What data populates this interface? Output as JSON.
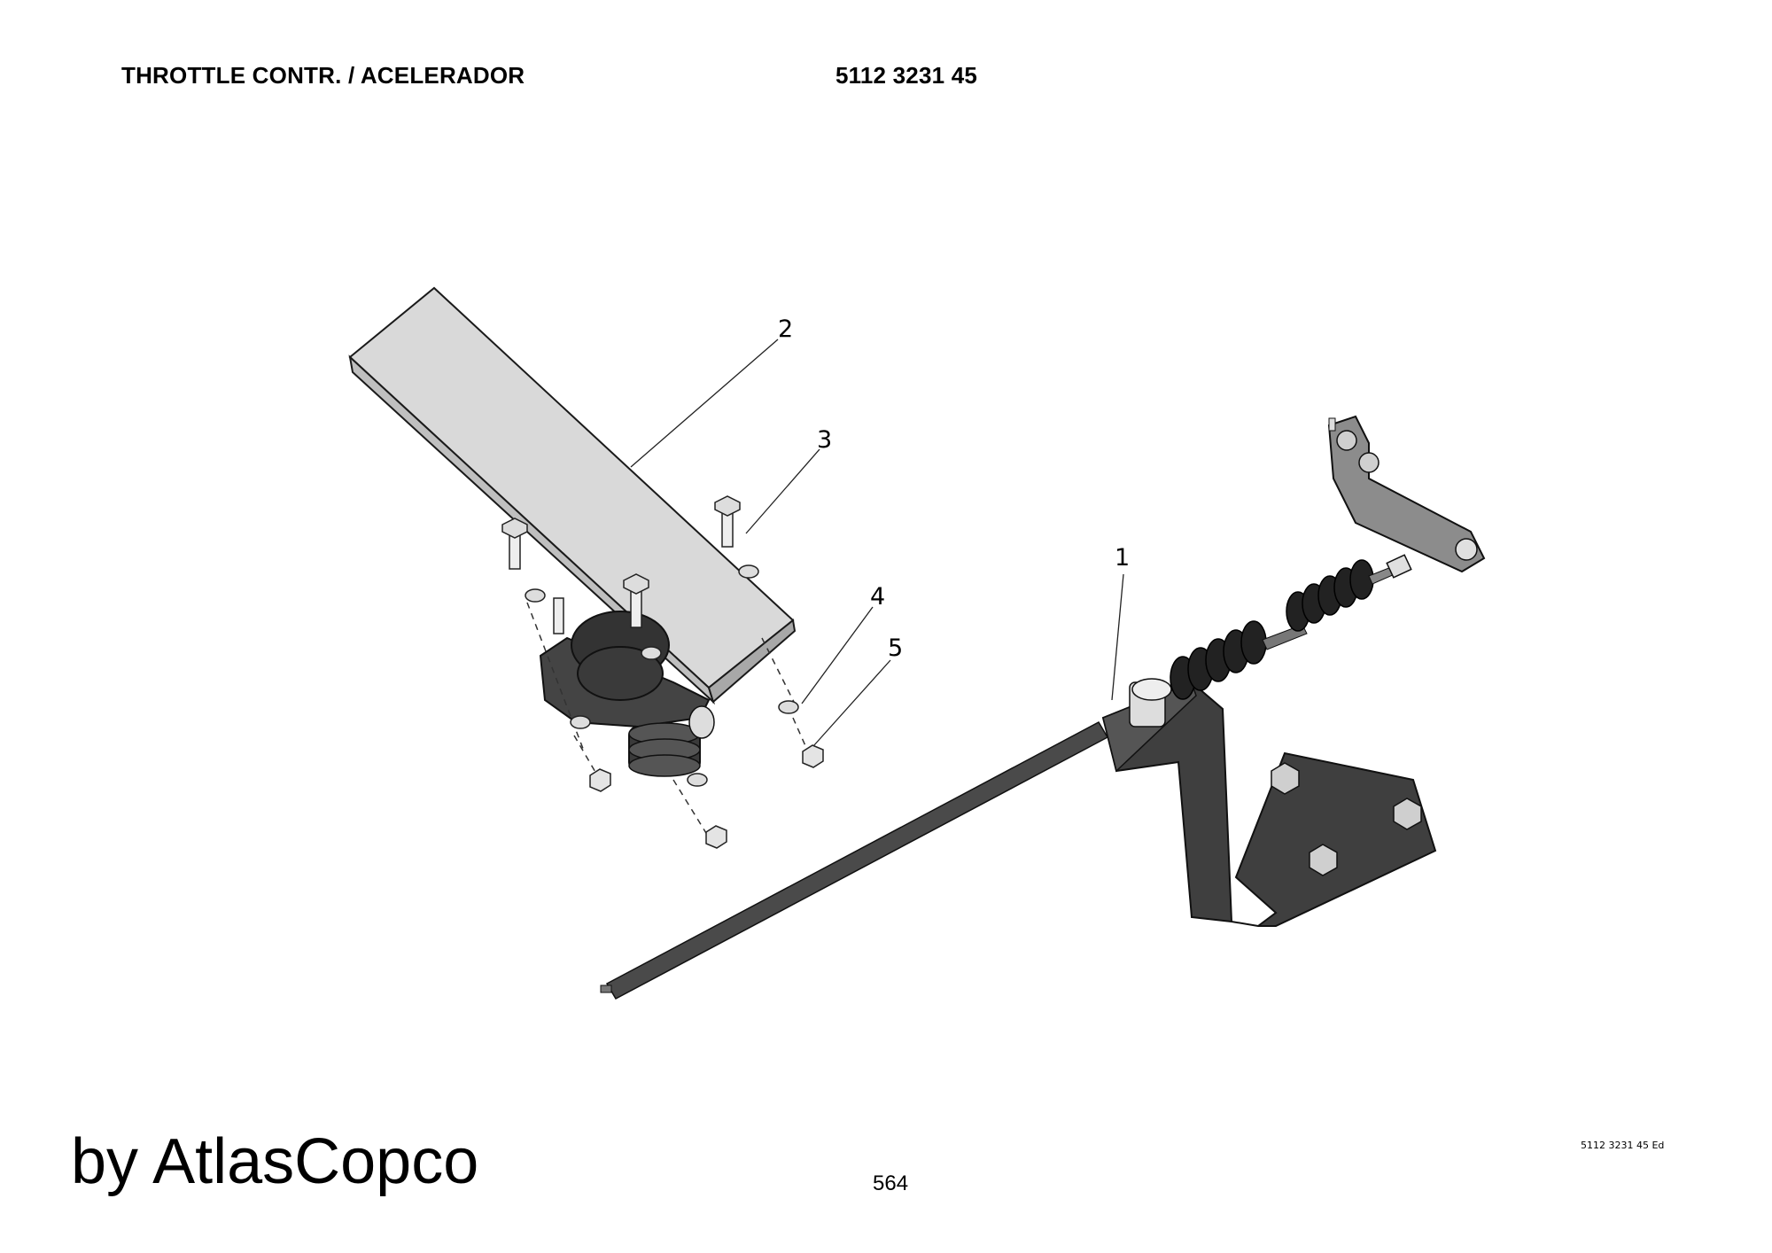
{
  "header": {
    "title": "THROTTLE CONTR. / ACELERADOR",
    "code": "5112 3231 45"
  },
  "callouts": {
    "c1": "1",
    "c2": "2",
    "c3": "3",
    "c4": "4",
    "c5": "5"
  },
  "footer": {
    "brand": "by AtlasCopco",
    "page_number": "564",
    "edition": "5112 3231 45 Ed"
  },
  "colors": {
    "part_light": "#d6d6d6",
    "part_dark": "#3e3e3e",
    "part_mid": "#8a8a8a",
    "outline": "#1a1a1a"
  }
}
